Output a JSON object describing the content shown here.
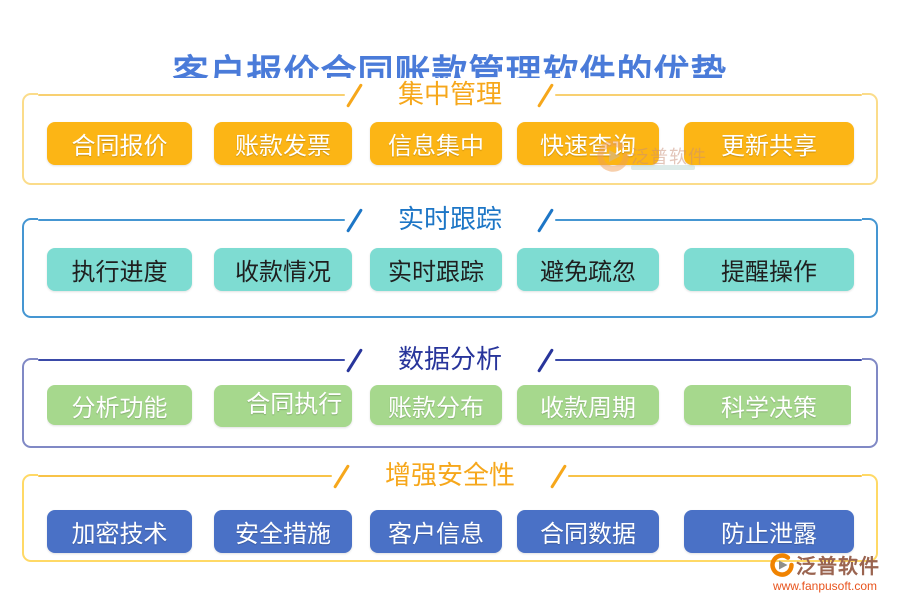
{
  "page": {
    "title": "客户报价合同账款管理软件的优势",
    "title_color": "#4a7bd9"
  },
  "sections": [
    {
      "title": "集中管理",
      "theme": {
        "header": "#f6a71b",
        "line": "#f8d071",
        "slash": "#f6a71b",
        "border": "#fbdc8a",
        "button": "#fcb515",
        "button_text": "#ffffff"
      },
      "items": [
        "合同报价",
        "账款发票",
        "信息集中",
        "快速查询",
        "更新共享"
      ]
    },
    {
      "title": "实时跟踪",
      "theme": {
        "header": "#1d76c6",
        "line": "#4596d2",
        "slash": "#1d76c6",
        "border": "#4596d2",
        "button": "#7edcd2",
        "button_text": "#1f1f1f"
      },
      "items": [
        "执行进度",
        "收款情况",
        "实时跟踪",
        "避免疏忽",
        "提醒操作"
      ]
    },
    {
      "title": "数据分析",
      "theme": {
        "header": "#28359b",
        "line": "#3a4aa8",
        "slash": "#28359b",
        "border": "#8089c5",
        "button": "#a6d88d",
        "button_text": "#ffffff"
      },
      "items": [
        "分析功能",
        "合同执行",
        "账款分布",
        "收款周期",
        "科学决策"
      ]
    },
    {
      "title": "增强安全性",
      "theme": {
        "header": "#f6a71b",
        "line": "#f8c348",
        "slash": "#f6a71b",
        "border": "#ffd966",
        "button": "#4a71c6",
        "button_text": "#ffffff"
      },
      "items": [
        "加密技术",
        "安全措施",
        "客户信息",
        "合同数据",
        "防止泄露"
      ]
    }
  ],
  "watermark_center": {
    "brand": "泛普软件",
    "logo_icon": "fanpu-swoosh-icon",
    "logo_color": "#f08300"
  },
  "watermark_corner": {
    "brand": "泛普软件",
    "url": "www.fanpusoft.com",
    "logo_icon": "fanpu-swoosh-icon",
    "logo_color": "#f08300",
    "url_color": "#e8541e"
  }
}
